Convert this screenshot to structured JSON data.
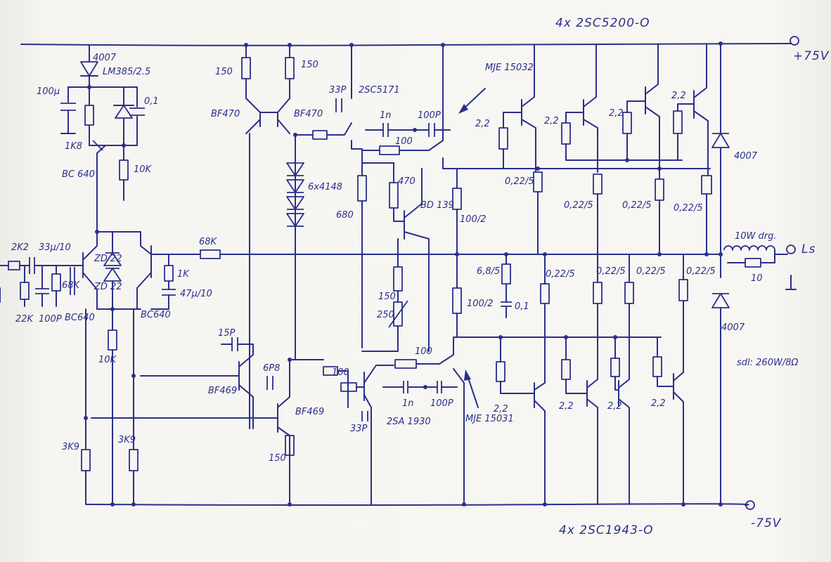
{
  "labels": {
    "top_transistors": "4x 2SC5200-O",
    "bottom_transistors": "4x 2SC1943-O",
    "vplus": "+75V",
    "vminus": "-75V",
    "output": "Ls",
    "power_rating": "sdl: 260W/8Ω",
    "coil": "10W drg.",
    "diode_in": "4007",
    "zener_ref": "LM385/2.5",
    "cap_ref": "100µ",
    "cap_ref2": "0,1",
    "r_1k8": "1K8",
    "r_10k_ref": "10K",
    "t_bc640_top": "BC 640",
    "r_2k2": "2K2",
    "c_in": "33µ/10",
    "r_22k": "22K",
    "c_100p_in": "100P",
    "r_68k_in": "68K",
    "t_bc640_l": "BC640",
    "t_bc640_r": "BC640",
    "zener_top": "ZD 22",
    "zener_bot": "ZD 22",
    "r_68k_fb": "68K",
    "r_1k_fb": "1K",
    "c_fb": "47µ/10",
    "r_10k_tail": "10K",
    "r_3k9_l": "3K9",
    "r_3k9_r": "3K9",
    "r_150_a": "150",
    "r_150_b": "150",
    "t_bf470_l": "BF470",
    "t_bf470_r": "BF470",
    "diodes": "6x4148",
    "c_15p": "15P",
    "t_bf469_l": "BF469",
    "c_6p8": "6P8",
    "t_bf469_r": "BF469",
    "r_150_c": "150",
    "c_33p_top": "33P",
    "t_2sc5171": "2SC5171",
    "c_1n_top": "1n",
    "c_100p_top": "100P",
    "r_100_top": "100",
    "r_470": "470",
    "t_bd139": "BD 139",
    "r_680": "680",
    "r_150_bias": "150",
    "pot_250": "250",
    "r_100_bot": "100",
    "r_100_mid": "100",
    "c_1n_bot": "1n",
    "c_100p_bot": "100P",
    "c_33p_bot": "33P",
    "t_2sa1930": "2SA 1930",
    "t_mje15032": "MJE 15032",
    "t_mje15031": "MJE 15031",
    "r_100_2_top": "100/2",
    "r_100_2_bot": "100/2",
    "r_6_8": "6,8/5",
    "c_0_1_out": "0,1",
    "r_2_2_t1": "2,2",
    "r_2_2_t2": "2,2",
    "r_2_2_t3": "2,2",
    "r_2_2_t4": "2,2",
    "r_0_22_t1": "0,22/5",
    "r_0_22_t2": "0,22/5",
    "r_0_22_t3": "0,22/5",
    "r_0_22_t4": "0,22/5",
    "r_2_2_b1": "2,2",
    "r_2_2_b2": "2,2",
    "r_2_2_b3": "2,2",
    "r_2_2_b4": "2,2",
    "r_0_22_b1": "0,22/5",
    "r_0_22_b2": "0,22/5",
    "r_0_22_b3": "0,22/5",
    "r_0_22_b4": "0,22/5",
    "diode_top": "4007",
    "diode_bot": "4007",
    "r_10_out": "10"
  }
}
